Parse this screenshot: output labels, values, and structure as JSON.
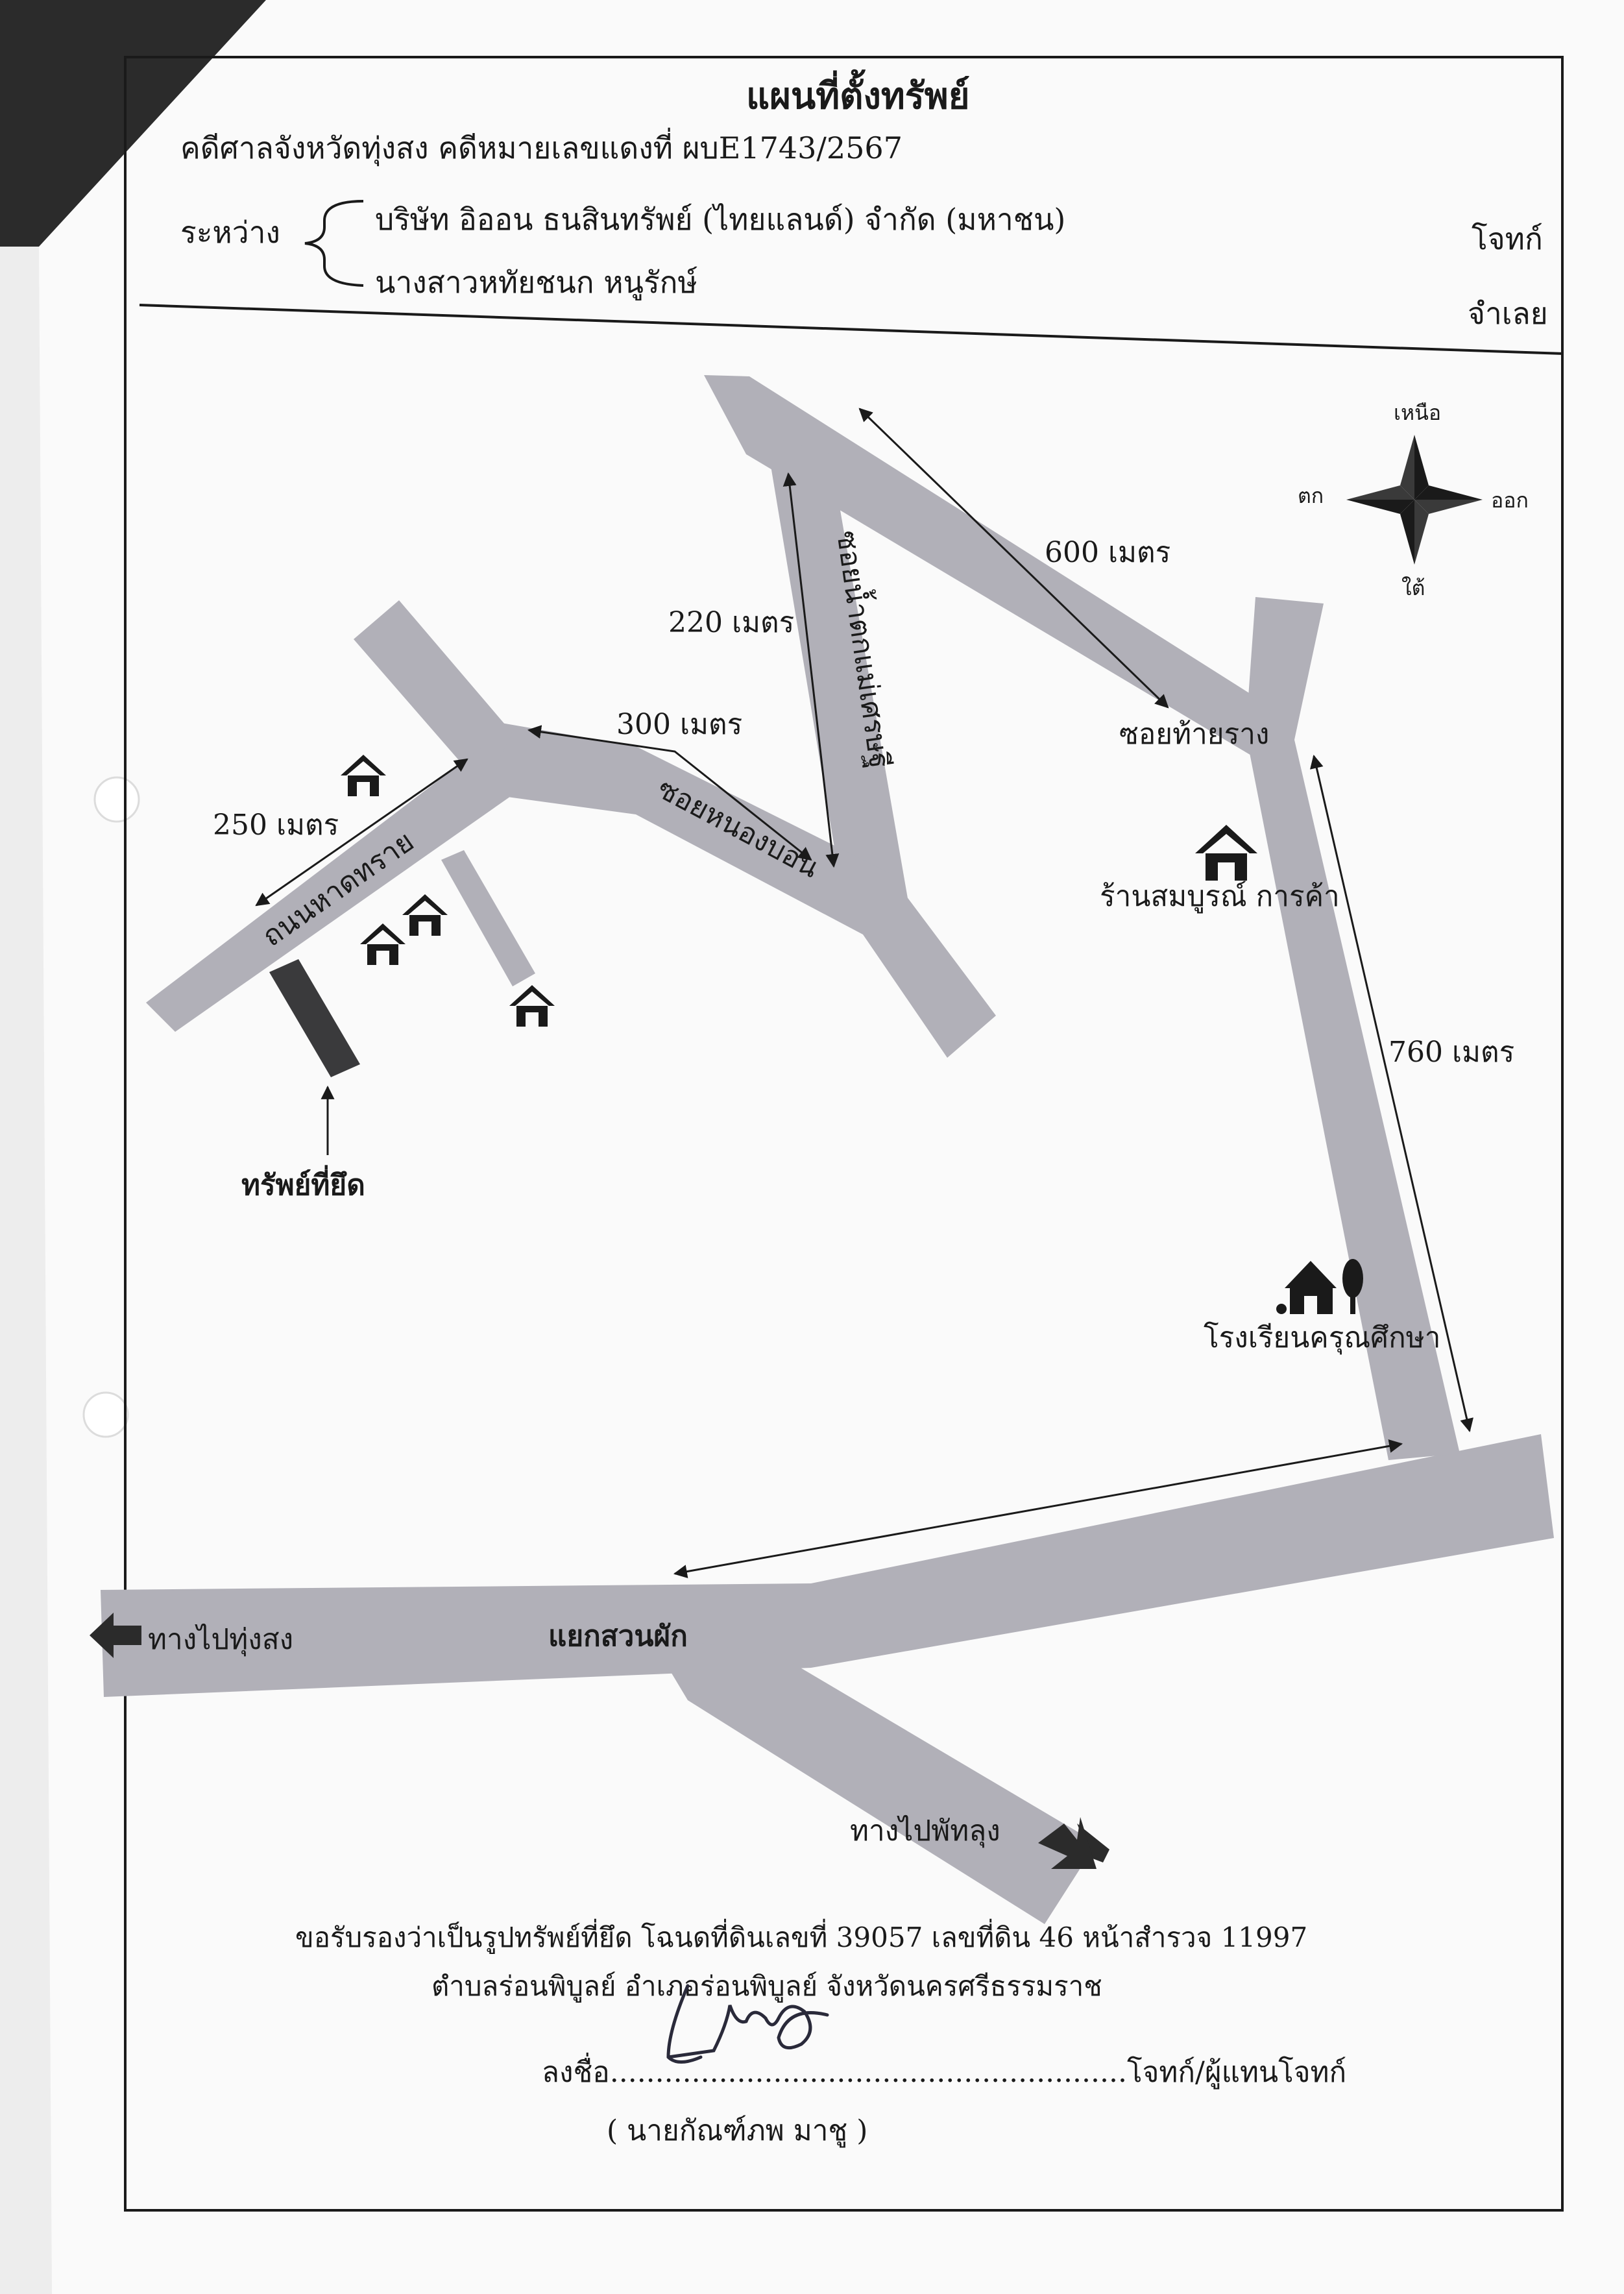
{
  "header": {
    "title": "แผนที่ตั้งทรัพย์",
    "case_line": "คดีศาลจังหวัดทุ่งสง คดีหมายเลขแดงที่   ผบE1743/2567",
    "between_label": "ระหว่าง",
    "plaintiff": "บริษัท อิออน ธนสินทรัพย์ (ไทยแลนด์) จำกัด (มหาชน)",
    "defendant": "นางสาวหทัยชนก หนูรักษ์",
    "plaintiff_role": "โจทก์",
    "defendant_role": "จำเลย"
  },
  "compass": {
    "north": "เหนือ",
    "south": "ใต้",
    "east": "ออก",
    "west": "ตก"
  },
  "map": {
    "distances": {
      "d600": "600 เมตร",
      "d220": "220 เมตร",
      "d300": "300 เมตร",
      "d250": "250 เมตร",
      "d760": "760 เมตร"
    },
    "roads": {
      "soi_nam_tok": "ซอยน้ำตกแม่เศรษฐี",
      "soi_thai_rang": "ซอยท้ายราง",
      "soi_nong_bon": "ซอยหนองบอน",
      "thanon_hat_sai": "ถนนหาดทราย"
    },
    "places": {
      "shop": "ร้านสมบูรณ์ การค้า",
      "school": "โรงเรียนครุณศึกษา",
      "junction": "แยกสวนผัก",
      "to_thung_song": "ทางไปทุ่งสง",
      "to_phatthalung": "ทางไปพัทลุง",
      "seized_property": "ทรัพย์ที่ยึด"
    }
  },
  "certification": {
    "line1": "ขอรับรองว่าเป็นรูปทรัพย์ที่ยึด โฉนดที่ดินเลขที่ 39057 เลขที่ดิน 46 หน้าสำรวจ 11997",
    "line2": "ตำบลร่อนพิบูลย์ อำเภอร่อนพิบูลย์ จังหวัดนครศรีธรรมราช",
    "signature_line": "ลงชื่อ.........................................................โจทก์/ผู้แทนโจทก์",
    "signer_name": "( นายกัณฑ์ภพ  มาชู )"
  },
  "colors": {
    "road": "#b1b0b8",
    "property": "#3a3a3c",
    "ink": "#1a1a1a"
  }
}
